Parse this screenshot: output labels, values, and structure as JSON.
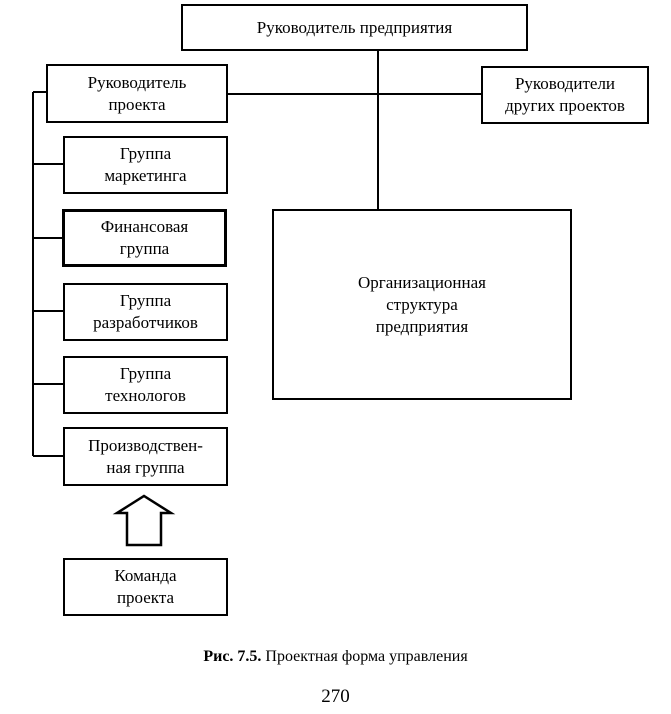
{
  "diagram": {
    "top_manager": "Руководитель предприятия",
    "project_manager": [
      "Руководитель",
      "проекта"
    ],
    "other_managers": [
      "Руководители",
      "других проектов"
    ],
    "groups": [
      [
        "Группа",
        "маркетинга"
      ],
      [
        "Финансовая",
        "группа"
      ],
      [
        "Группа",
        "разработчиков"
      ],
      [
        "Группа",
        "технологов"
      ],
      [
        "Производствен-",
        "ная группа"
      ]
    ],
    "org_structure": [
      "Организационная",
      "структура",
      "предприятия"
    ],
    "project_team": [
      "Команда",
      "проекта"
    ]
  },
  "caption": {
    "label": "Рис. 7.5.",
    "text": "Проектная форма управления"
  },
  "page_number": "270"
}
